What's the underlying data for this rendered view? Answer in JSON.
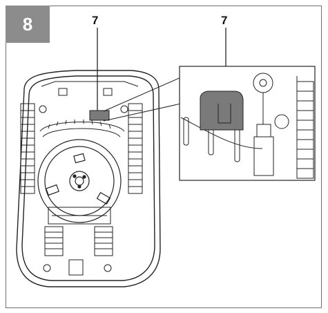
{
  "figure": {
    "number": "8",
    "callouts": [
      "7",
      "7"
    ]
  },
  "colors": {
    "badge": "#8c8c8c",
    "frame": "#6e6e6e",
    "highlight": "#7a7a7a"
  }
}
